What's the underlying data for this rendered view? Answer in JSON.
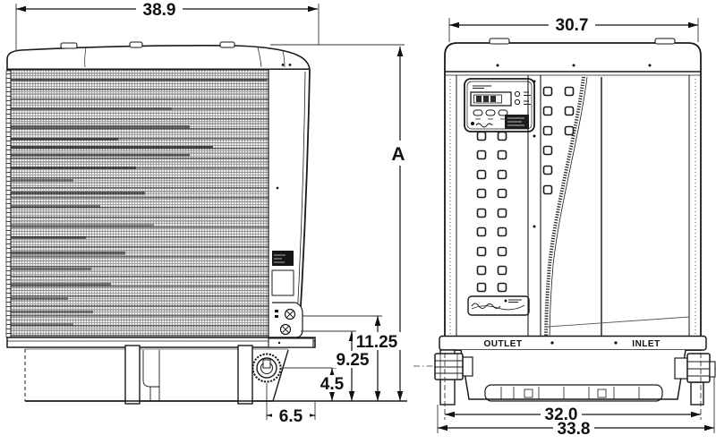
{
  "drawing": {
    "type": "technical-dimension-drawing",
    "subject": "pool heat pump, two orthographic views",
    "background": "#ffffff",
    "line_color": "#1a1a1a"
  },
  "dimensions": {
    "front_width": "38.9",
    "side_width": "30.7",
    "overall_height": "A",
    "knockout_upper_height": "11.25",
    "knockout_lower_height": "9.25",
    "drain_height": "4.5",
    "drain_offset": "6.5",
    "base_width": "32.0",
    "overall_side_width": "33.8"
  },
  "ports": {
    "outlet": "OUTLET",
    "inlet": "INLET"
  }
}
